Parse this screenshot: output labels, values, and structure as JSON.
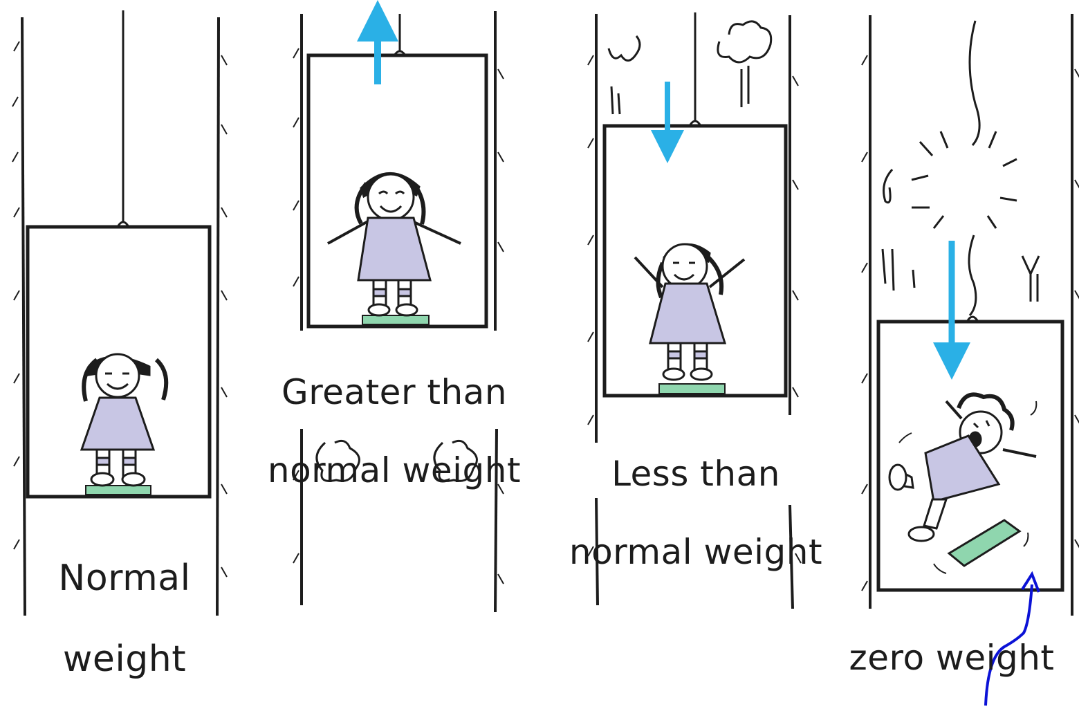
{
  "colors": {
    "ink": "#1c1c1c",
    "arrow": "#2ab0e6",
    "annotation_arrow": "#0b12d6",
    "dress": "#c8c6e4",
    "scale": "#8fd6ae"
  },
  "panels": [
    {
      "id": "normal",
      "label_line1": "Normal",
      "label_line2": "weight",
      "motion_arrow": "none"
    },
    {
      "id": "greater",
      "label_line1": "Greater than",
      "label_line2": "normal weight",
      "motion_arrow": "up"
    },
    {
      "id": "less",
      "label_line1": "Less than",
      "label_line2": "normal weight",
      "motion_arrow": "down"
    },
    {
      "id": "zero",
      "label_line1": "zero weight",
      "label_line2": "",
      "motion_arrow": "down"
    }
  ],
  "icons": {
    "up_arrow": "arrow-up-icon",
    "down_arrow": "arrow-down-icon",
    "annotation": "annotation-arrow-icon",
    "girl": "girl-figure-icon",
    "scale": "bathroom-scale-icon"
  }
}
